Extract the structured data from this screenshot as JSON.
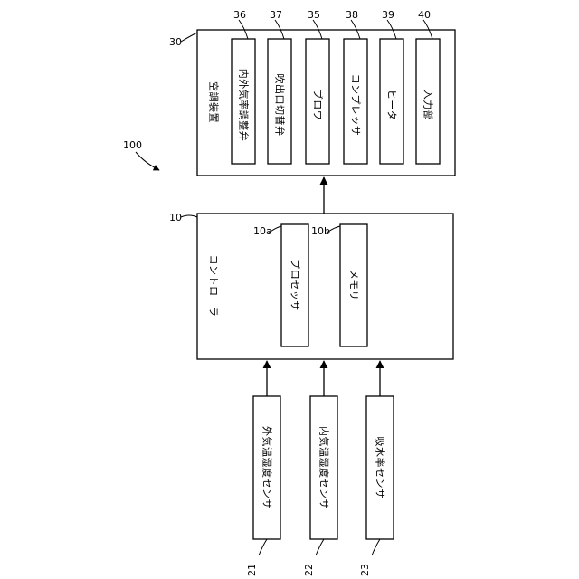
{
  "figure_ref": "100",
  "air_conditioner": {
    "ref": "30",
    "label": "空調装置",
    "components": [
      {
        "ref": "36",
        "label": "内外気率調整弁"
      },
      {
        "ref": "37",
        "label": "吹出口切替弁"
      },
      {
        "ref": "35",
        "label": "ブロワ"
      },
      {
        "ref": "38",
        "label": "コンプレッサ"
      },
      {
        "ref": "39",
        "label": "ヒータ"
      },
      {
        "ref": "40",
        "label": "入力部"
      }
    ]
  },
  "controller": {
    "ref": "10",
    "label": "コントローラ",
    "processor": {
      "ref": "10a",
      "label": "プロセッサ"
    },
    "memory": {
      "ref": "10b",
      "label": "メモリ"
    }
  },
  "sensors": [
    {
      "ref": "21",
      "label": "外気温湿度センサ"
    },
    {
      "ref": "22",
      "label": "内気温湿度センサ"
    },
    {
      "ref": "23",
      "label": "吸水率センサ"
    }
  ]
}
